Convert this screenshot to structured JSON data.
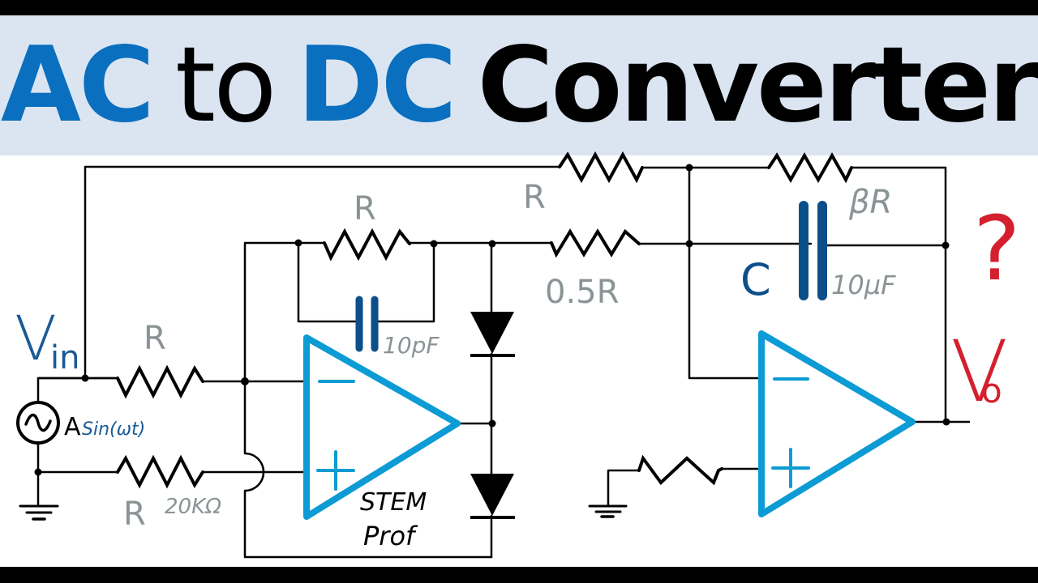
{
  "title": {
    "part1": "AC",
    "part2": "to",
    "part3": "DC",
    "part4": "Converter",
    "colors": {
      "accent": "#0a6fbf",
      "text": "#000000",
      "band": "#dbe5f1"
    }
  },
  "input": {
    "label_main": "V",
    "label_sub": "in",
    "source_label_a": "A",
    "source_label_fn": "Sin(ωt)"
  },
  "output": {
    "label_main": "V",
    "label_sub": "o",
    "question": "?"
  },
  "components": {
    "r_input_top": "R",
    "r_input_bottom": "R",
    "r_input_bottom_value": "20KΩ",
    "r_feedback_1": "R",
    "c_feedback_1_value": "10pF",
    "r_bypass": "R",
    "r_half": "0.5R",
    "r_beta": "βR",
    "c_main_label": "C",
    "c_main_value": "10μF"
  },
  "watermark": {
    "line1": "STEM",
    "line2": "Prof"
  },
  "colors": {
    "opamp": "#0c9bd4",
    "capacitor": "#0b4f8a",
    "label_grey": "#8a9496",
    "label_blue": "#1b5a96",
    "label_red": "#d4202e"
  }
}
